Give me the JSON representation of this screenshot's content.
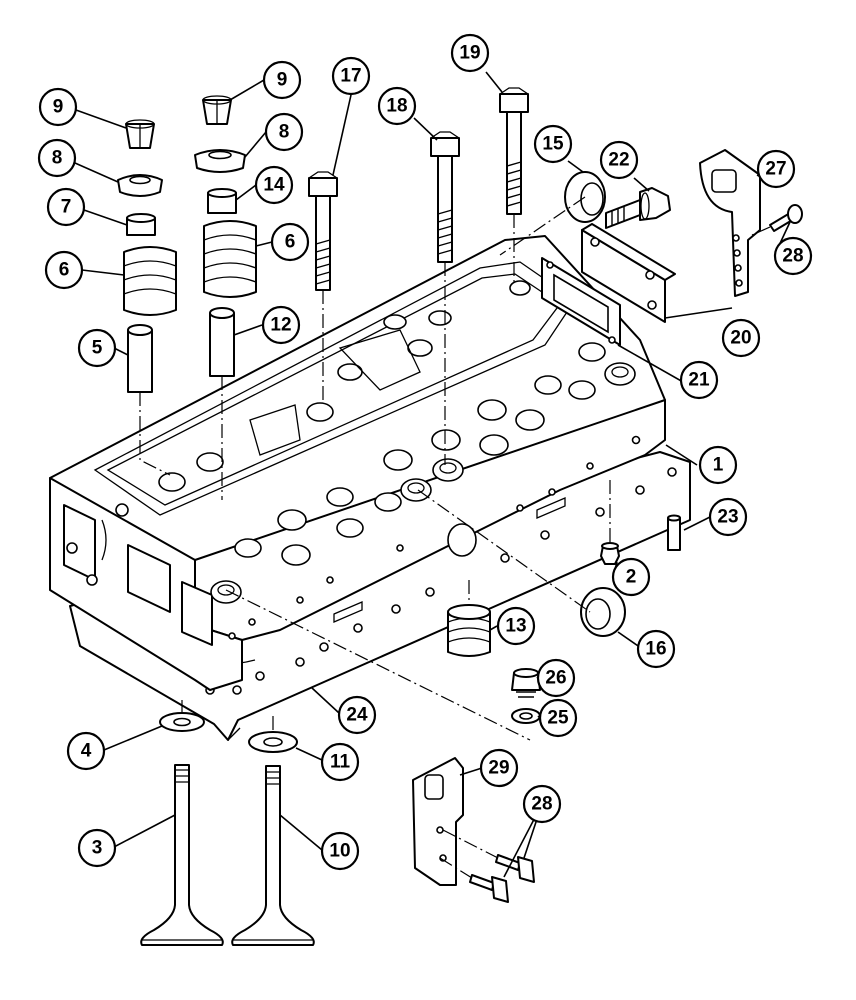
{
  "callouts": [
    {
      "id": "c1",
      "label": "1"
    },
    {
      "id": "c2",
      "label": "2"
    },
    {
      "id": "c3",
      "label": "3"
    },
    {
      "id": "c4",
      "label": "4"
    },
    {
      "id": "c5",
      "label": "5"
    },
    {
      "id": "c6a",
      "label": "6"
    },
    {
      "id": "c6b",
      "label": "6"
    },
    {
      "id": "c7",
      "label": "7"
    },
    {
      "id": "c8a",
      "label": "8"
    },
    {
      "id": "c8b",
      "label": "8"
    },
    {
      "id": "c9a",
      "label": "9"
    },
    {
      "id": "c9b",
      "label": "9"
    },
    {
      "id": "c10",
      "label": "10"
    },
    {
      "id": "c11",
      "label": "11"
    },
    {
      "id": "c12",
      "label": "12"
    },
    {
      "id": "c13",
      "label": "13"
    },
    {
      "id": "c14",
      "label": "14"
    },
    {
      "id": "c15",
      "label": "15"
    },
    {
      "id": "c16",
      "label": "16"
    },
    {
      "id": "c17",
      "label": "17"
    },
    {
      "id": "c18",
      "label": "18"
    },
    {
      "id": "c19",
      "label": "19"
    },
    {
      "id": "c20",
      "label": "20"
    },
    {
      "id": "c21",
      "label": "21"
    },
    {
      "id": "c22",
      "label": "22"
    },
    {
      "id": "c23",
      "label": "23"
    },
    {
      "id": "c24",
      "label": "24"
    },
    {
      "id": "c25",
      "label": "25"
    },
    {
      "id": "c26",
      "label": "26"
    },
    {
      "id": "c27",
      "label": "27"
    },
    {
      "id": "c28a",
      "label": "28"
    },
    {
      "id": "c28b",
      "label": "28"
    },
    {
      "id": "c29",
      "label": "29"
    }
  ]
}
